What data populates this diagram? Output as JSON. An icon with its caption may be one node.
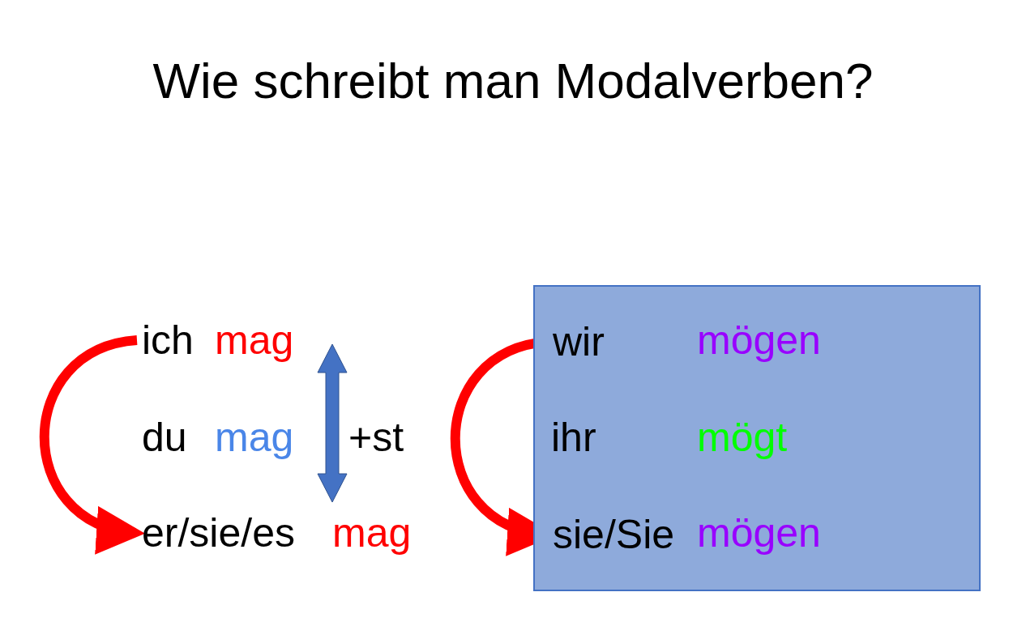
{
  "diagram": {
    "title": "Wie schreibt man Modalverben?",
    "nodes": [
      {
        "text": [
          "ich"
        ]
      },
      {
        "text": [
          "er/sie/es"
        ]
      },
      {
        "text": [],
        "shape": "box"
      },
      {
        "text": [
          "wir"
        ],
        "in": 2
      },
      {
        "text": [
          "sie/Sie"
        ],
        "in": 2
      }
    ],
    "edges": [
      {
        "from": 0,
        "to": 1,
        "arrow": "to",
        "color": "#ff0000"
      },
      {
        "from": 3,
        "to": 4,
        "arrow": "to",
        "color": "#ff0000"
      }
    ],
    "labels": [
      "mag",
      "du",
      "mag",
      "+st",
      "mag",
      "mögen",
      "ihr",
      "mögt",
      "mögen"
    ]
  }
}
